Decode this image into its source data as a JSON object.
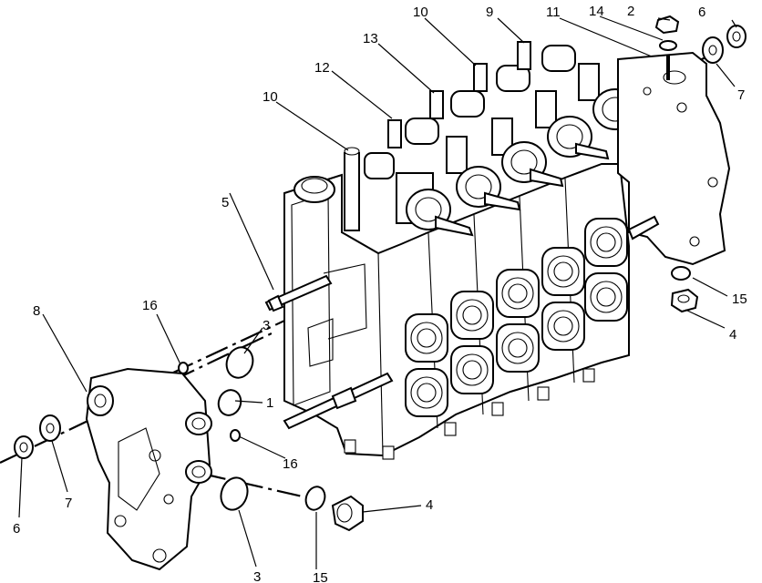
{
  "callouts": [
    {
      "id": "c1",
      "text": "1"
    },
    {
      "id": "c2",
      "text": "2"
    },
    {
      "id": "c3a",
      "text": "3"
    },
    {
      "id": "c3b",
      "text": "3"
    },
    {
      "id": "c4a",
      "text": "4"
    },
    {
      "id": "c4b",
      "text": "4"
    },
    {
      "id": "c5",
      "text": "5"
    },
    {
      "id": "c6a",
      "text": "6"
    },
    {
      "id": "c6b",
      "text": "6"
    },
    {
      "id": "c7a",
      "text": "7"
    },
    {
      "id": "c7b",
      "text": "7"
    },
    {
      "id": "c8",
      "text": "8"
    },
    {
      "id": "c9",
      "text": "9"
    },
    {
      "id": "c10a",
      "text": "10"
    },
    {
      "id": "c10b",
      "text": "10"
    },
    {
      "id": "c11",
      "text": "11"
    },
    {
      "id": "c12",
      "text": "12"
    },
    {
      "id": "c13",
      "text": "13"
    },
    {
      "id": "c14",
      "text": "14"
    },
    {
      "id": "c15a",
      "text": "15"
    },
    {
      "id": "c15b",
      "text": "15"
    },
    {
      "id": "c16a",
      "text": "16"
    },
    {
      "id": "c16b",
      "text": "16"
    }
  ]
}
